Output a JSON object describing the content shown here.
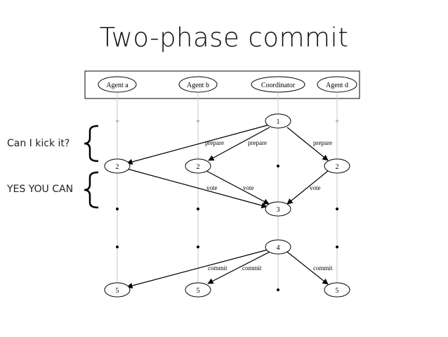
{
  "title": "Two-phase commit",
  "participants": [
    "Agent a",
    "Agent b",
    "Coordinator",
    "Agent d"
  ],
  "side_labels": {
    "question": "Can I kick it?",
    "answer": "YES YOU CAN"
  },
  "messages": {
    "prepare": "prepare",
    "vote": "vote",
    "commit": "commit"
  },
  "steps": {
    "c1": "1",
    "a2": "2",
    "b2": "2",
    "d2": "2",
    "c3": "3",
    "c4": "4",
    "a5": "5",
    "b5": "5",
    "d5": "5"
  }
}
